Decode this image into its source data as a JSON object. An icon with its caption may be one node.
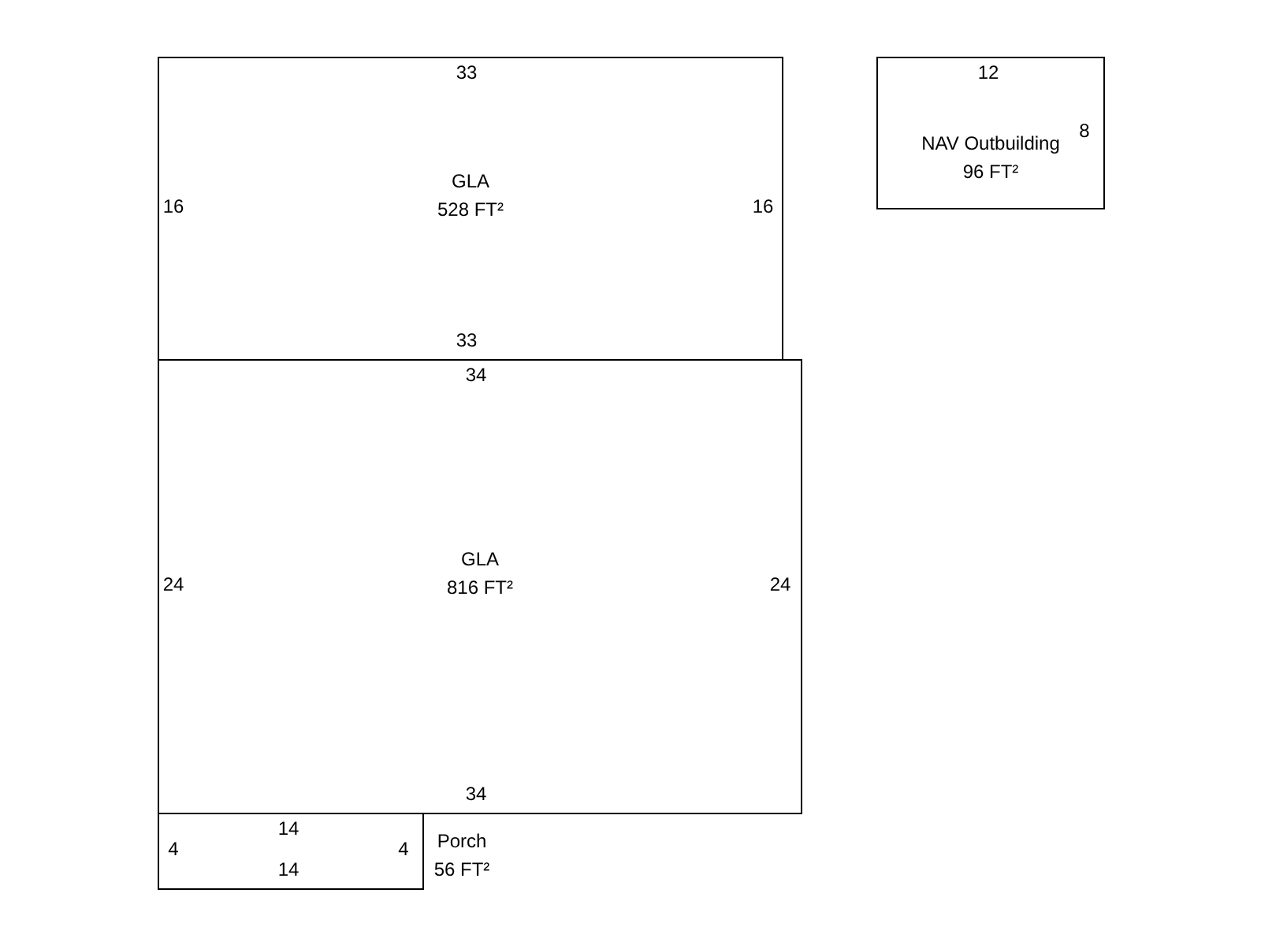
{
  "diagram": {
    "nodes": [
      {
        "text": [
          "GLA",
          "528 FT²"
        ]
      },
      {
        "text": [
          "NAV Outbuilding",
          "96 FT²"
        ]
      },
      {
        "text": [
          "GLA",
          "816 FT²"
        ]
      },
      {
        "text": [],
        "shape": "box",
        "beside": [
          "Porch",
          "56 FT²"
        ]
      }
    ],
    "labels": [
      "33",
      "12",
      "8",
      "16",
      "16",
      "33",
      "34",
      "24",
      "24",
      "34",
      "14",
      "4",
      "4",
      "14"
    ]
  }
}
